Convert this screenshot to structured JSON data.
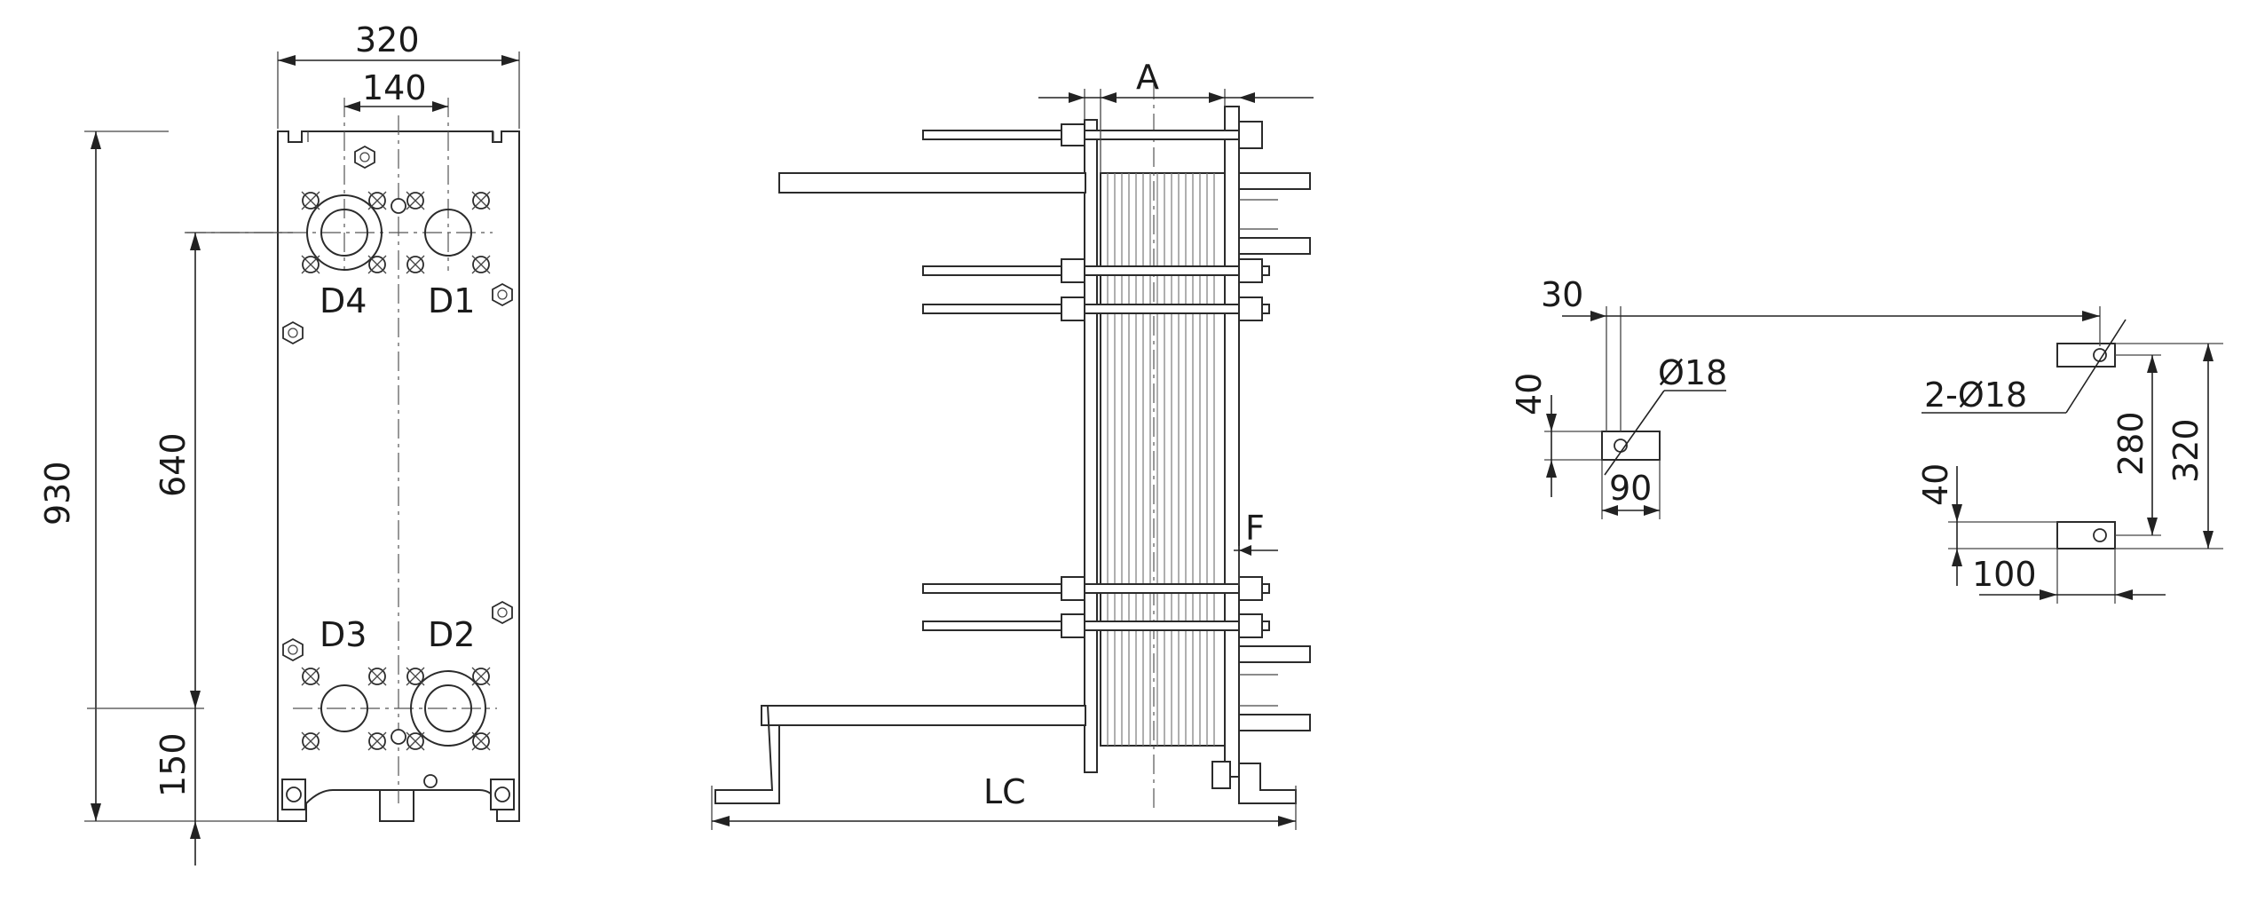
{
  "front_view": {
    "width_label": "320",
    "port_spacing_label": "140",
    "height_label": "930",
    "port_vertical_label": "640",
    "bottom_offset_label": "150",
    "ports": {
      "d4": "D4",
      "d1": "D1",
      "d3": "D3",
      "d2": "D2"
    }
  },
  "side_view": {
    "plate_pack_label": "A",
    "frame_thickness_label": "F",
    "length_label": "LC"
  },
  "foot_detail": {
    "offset_label": "30",
    "hole_label": "Ø18",
    "foot_height_label": "40",
    "foot_width_label": "90",
    "hole_pair_label": "2-Ø18",
    "inner_spacing_label": "280",
    "outer_spacing_label": "320",
    "right_foot_height_label": "40",
    "right_foot_width_label": "100"
  }
}
